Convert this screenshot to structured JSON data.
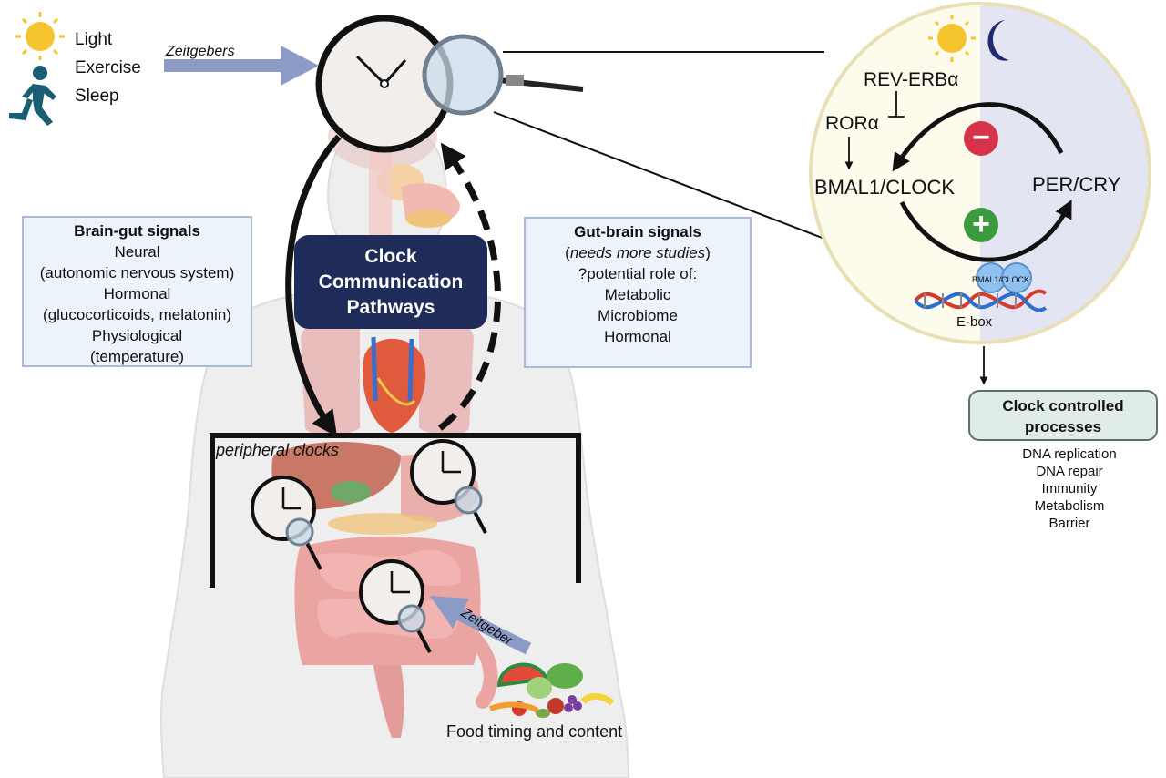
{
  "zeitgebers": {
    "items": [
      "Light",
      "Exercise",
      "Sleep"
    ],
    "arrow_label": "Zeitgebers",
    "icons": [
      "sun-icon",
      "runner-icon"
    ]
  },
  "brain_gut": {
    "title": "Brain-gut signals",
    "lines": [
      "Neural",
      "(autonomic nervous system)",
      "Hormonal",
      "(glucocorticoids, melatonin)",
      "Physiological",
      "(temperature)"
    ]
  },
  "center": {
    "line1": "Clock",
    "line2": "Communication",
    "line3": "Pathways"
  },
  "gut_brain": {
    "title": "Gut-brain signals",
    "subtitle_open": "(",
    "subtitle_italic": "needs more studies",
    "subtitle_close": ")",
    "lines": [
      "?potential role of:",
      "Metabolic",
      "Microbiome",
      "Hormonal"
    ]
  },
  "peripheral": {
    "label": "peripheral clocks",
    "zeitgeber_label": "Zeitgeber",
    "food_label": "Food timing and content"
  },
  "molecular_clock": {
    "rev_erb": "REV-ERBα",
    "ror": "RORα",
    "bmal_clock": "BMAL1/CLOCK",
    "per_cry": "PER/CRY",
    "protein_label": "BMAL1/CLOCK",
    "ebox": "E-box",
    "minus_sign": "−",
    "plus_sign": "+",
    "day_color": "#fdfbec",
    "night_color": "#e4e5f3"
  },
  "processes": {
    "title_line1": "Clock controlled",
    "title_line2": "processes",
    "items": [
      "DNA replication",
      "DNA repair",
      "Immunity",
      "Metabolism",
      "Barrier"
    ]
  },
  "colors": {
    "accent_navy": "#1f2b59",
    "arrow_blue": "#8b9bc5",
    "box_fill": "#edf3fb",
    "minus_red": "#d6324a",
    "plus_green": "#3a9a3c"
  }
}
